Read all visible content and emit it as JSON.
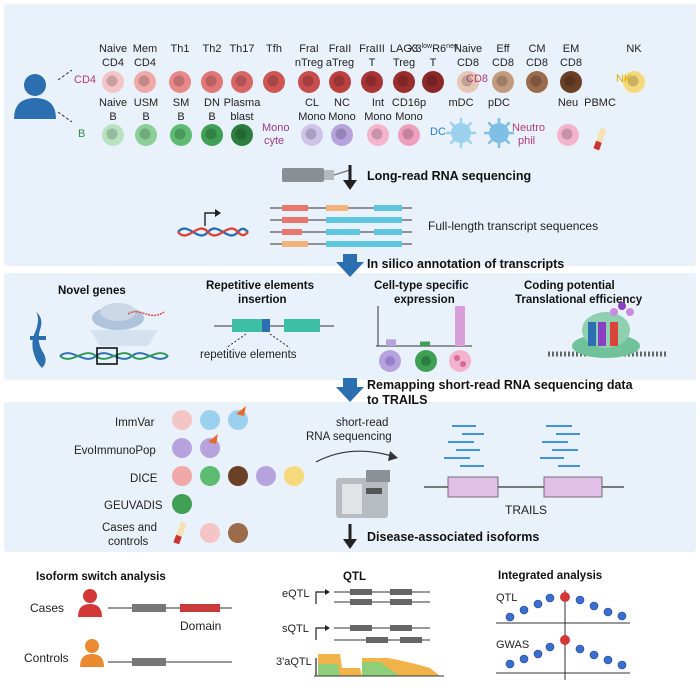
{
  "top": {
    "cd4_group": "CD4",
    "cd8_group": "CD8",
    "b_group": "B",
    "nk": "NK",
    "mono_label": [
      "Mono",
      "cyte"
    ],
    "dc_label": "DC",
    "neutro_label": [
      "Neutro",
      "phil"
    ],
    "row1": [
      {
        "l1": "Naive",
        "l2": "CD4",
        "color": "#f5c4c4"
      },
      {
        "l1": "Mem",
        "l2": "CD4",
        "color": "#f0a8a8"
      },
      {
        "l1": "Th1",
        "l2": "",
        "color": "#e88888"
      },
      {
        "l1": "Th2",
        "l2": "",
        "color": "#e07777"
      },
      {
        "l1": "Th17",
        "l2": "",
        "color": "#d96666"
      },
      {
        "l1": "Tfh",
        "l2": "",
        "color": "#cf5555"
      },
      {
        "l1": "FraI",
        "l2": "nTreg",
        "color": "#c84d4d"
      },
      {
        "l1": "FraII",
        "l2": "aTreg",
        "color": "#bb4040"
      },
      {
        "l1": "FraIII",
        "l2": "T",
        "color": "#a83535"
      },
      {
        "l1": "LAG3",
        "l2": "Treg",
        "color": "#9a2e2e"
      },
      {
        "l1": "X3",
        "l2": "T",
        "sup1": "low",
        "mid": "R6",
        "sup2": "neg",
        "color": "#8c2828"
      },
      {
        "l1": "Naive",
        "l2": "CD8",
        "color": "#e8c6b4"
      },
      {
        "l1": "Eff",
        "l2": "CD8",
        "color": "#c29a7e"
      },
      {
        "l1": "CM",
        "l2": "CD8",
        "color": "#9b6b4c"
      },
      {
        "l1": "EM",
        "l2": "CD8",
        "color": "#6a4026"
      },
      {
        "l1": "NK",
        "l2": "",
        "color": "#f6d97a"
      }
    ],
    "row2": [
      {
        "l1": "Naive",
        "l2": "B",
        "color": "#b9e2c1"
      },
      {
        "l1": "USM",
        "l2": "B",
        "color": "#8ccf99"
      },
      {
        "l1": "SM",
        "l2": "B",
        "color": "#5dbb72"
      },
      {
        "l1": "DN",
        "l2": "B",
        "color": "#3e9f55"
      },
      {
        "l1": "Plasma",
        "l2": "blast",
        "color": "#2c7d40"
      },
      {
        "l1": "CL",
        "l2": "Mono",
        "color": "#cfc3ea"
      },
      {
        "l1": "NC",
        "l2": "Mono",
        "color": "#b6a3de"
      },
      {
        "l1": "Int",
        "l2": "Mono",
        "color": "#f4b4cc"
      },
      {
        "l1": "CD16p",
        "l2": "Mono",
        "color": "#ef9fbe"
      },
      {
        "l1": "mDC",
        "l2": "",
        "color": "#9bd1ef"
      },
      {
        "l1": "pDC",
        "l2": "",
        "color": "#7fbfe6"
      },
      {
        "l1": "Neu",
        "l2": "",
        "color": "#f3b3cc"
      },
      {
        "l1": "PBMC",
        "l2": "",
        "color": "#cc3333"
      }
    ],
    "seq_label": "Long-read RNA sequencing",
    "transcripts_label": "Full-length transcript sequences"
  },
  "annotation": {
    "arrow_label": "In silico annotation of transcripts",
    "panels": [
      {
        "title1": "Novel genes",
        "title2": ""
      },
      {
        "title1": "Repetitive elements",
        "title2": "insertion",
        "sub": "repetitive elements"
      },
      {
        "title1": "Cell-type specific",
        "title2": "expression"
      },
      {
        "title1": "Coding potential",
        "title2": "Translational efficiency"
      }
    ],
    "bar_values": [
      0.12,
      0.08,
      0.72
    ]
  },
  "remap": {
    "arrow_label1": "Remapping short-read RNA sequencing data",
    "arrow_label2": "to TRAILS",
    "datasets": [
      "ImmVar",
      "EvoImmunoPop",
      "DICE",
      "GEUVADIS",
      "Cases and",
      "controls"
    ],
    "short_read1": "short-read",
    "short_read2": "RNA sequencing",
    "trails": "TRAILS"
  },
  "disease": {
    "arrow_label": "Disease-associated isoforms",
    "isoform_title": "Isoform switch analysis",
    "cases": "Cases",
    "controls": "Controls",
    "domain": "Domain",
    "qtl_title": "QTL",
    "qtl_rows": [
      "eQTL",
      "sQTL",
      "3'aQTL"
    ],
    "integrated_title": "Integrated analysis",
    "int_rows": [
      "QTL",
      "GWAS"
    ]
  }
}
